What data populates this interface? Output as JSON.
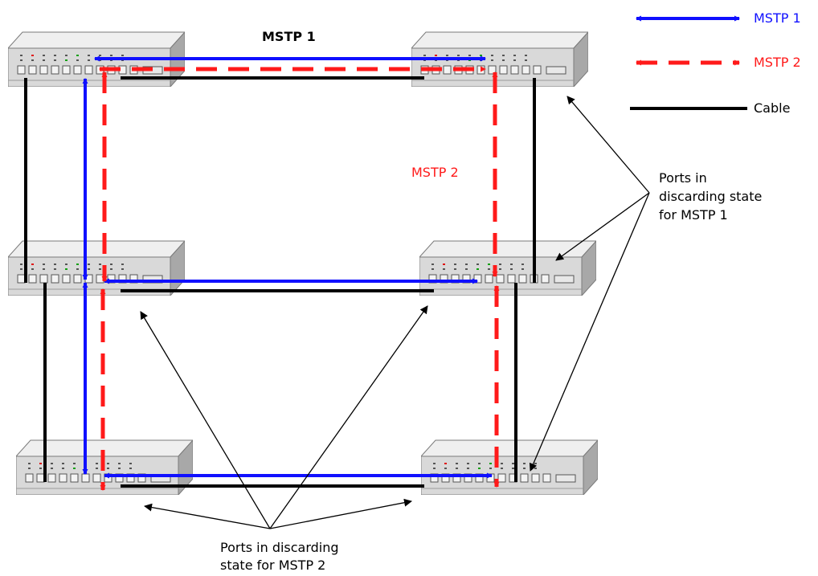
{
  "legend": {
    "mstp1_label": "MSTP 1",
    "mstp2_label": "MSTP 2",
    "cable_label": "Cable"
  },
  "labels": {
    "top_title": "MSTP 1",
    "mid_mstp2": "MSTP 2",
    "right_note_line1": "Ports in",
    "right_note_line2": "discarding state",
    "right_note_line3": "for MSTP 1",
    "bottom_note_line1": "Ports in discarding",
    "bottom_note_line2": "state for MSTP 2"
  },
  "colors": {
    "mstp1": "#1010ff",
    "mstp2": "#ff1a1a",
    "cable": "#000000",
    "switch_face": "#d9d9d9",
    "switch_top": "#efefef",
    "switch_side": "#a8a8a8"
  },
  "switches": [
    {
      "id": "top-left"
    },
    {
      "id": "top-right"
    },
    {
      "id": "middle-left"
    },
    {
      "id": "middle-right"
    },
    {
      "id": "bottom-left"
    },
    {
      "id": "bottom-right"
    }
  ]
}
